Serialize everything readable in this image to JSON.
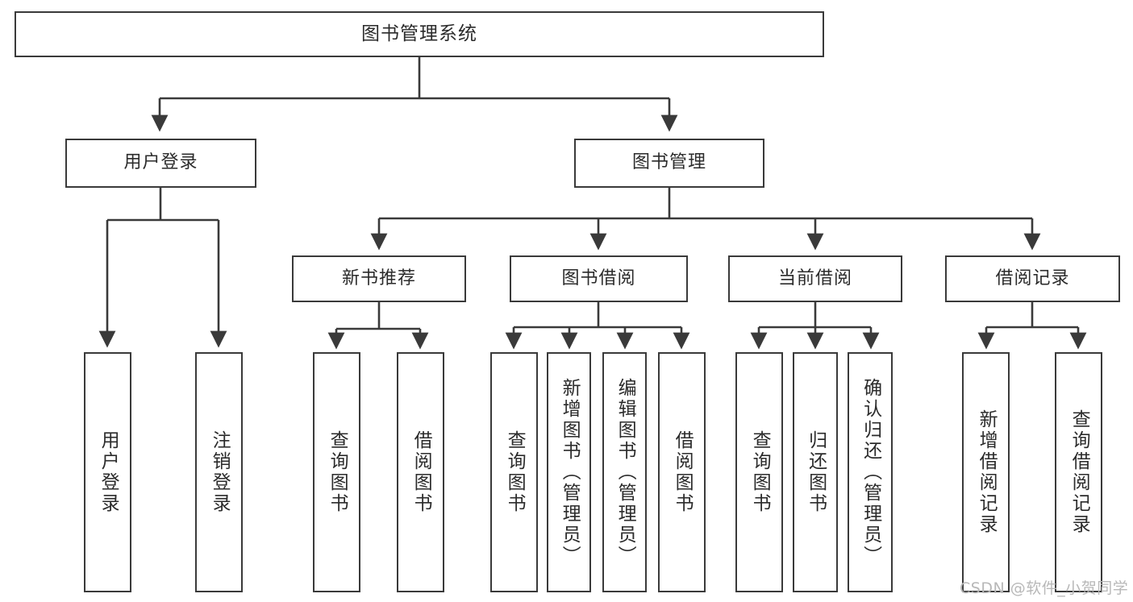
{
  "diagram": {
    "type": "tree-hierarchy",
    "title": "图书管理系统",
    "root": {
      "label": "图书管理系统",
      "name": "root-node"
    },
    "level1": [
      {
        "label": "用户登录",
        "name": "node-user-login"
      },
      {
        "label": "图书管理",
        "name": "node-book-management"
      }
    ],
    "level2": [
      {
        "label": "新书推荐",
        "name": "node-new-book-recommend"
      },
      {
        "label": "图书借阅",
        "name": "node-book-borrow"
      },
      {
        "label": "当前借阅",
        "name": "node-current-borrow"
      },
      {
        "label": "借阅记录",
        "name": "node-borrow-record"
      }
    ],
    "leaves": {
      "user_login": [
        {
          "label": "用户登录",
          "name": "leaf-user-login"
        },
        {
          "label": "注销登录",
          "name": "leaf-logout"
        }
      ],
      "new_book_recommend": [
        {
          "label": "查询图书",
          "name": "leaf-query-book-recommend"
        },
        {
          "label": "借阅图书",
          "name": "leaf-borrow-book-recommend"
        }
      ],
      "book_borrow": [
        {
          "label": "查询图书",
          "name": "leaf-query-book-borrow"
        },
        {
          "label": "新增图书（管理员）",
          "name": "leaf-add-book-admin"
        },
        {
          "label": "编辑图书（管理员）",
          "name": "leaf-edit-book-admin"
        },
        {
          "label": "借阅图书",
          "name": "leaf-borrow-book"
        }
      ],
      "current_borrow": [
        {
          "label": "查询图书",
          "name": "leaf-query-book-current"
        },
        {
          "label": "归还图书",
          "name": "leaf-return-book"
        },
        {
          "label": "确认归还（管理员）",
          "name": "leaf-confirm-return-admin"
        }
      ],
      "borrow_record": [
        {
          "label": "新增借阅记录",
          "name": "leaf-add-borrow-record"
        },
        {
          "label": "查询借阅记录",
          "name": "leaf-query-borrow-record"
        }
      ]
    }
  },
  "watermark": {
    "text": "CSDN @软件_小贺同学"
  },
  "colors": {
    "border": "#3a3a3a",
    "text": "#2b2b2b",
    "background": "#ffffff",
    "watermark": "#b8b8b8"
  }
}
